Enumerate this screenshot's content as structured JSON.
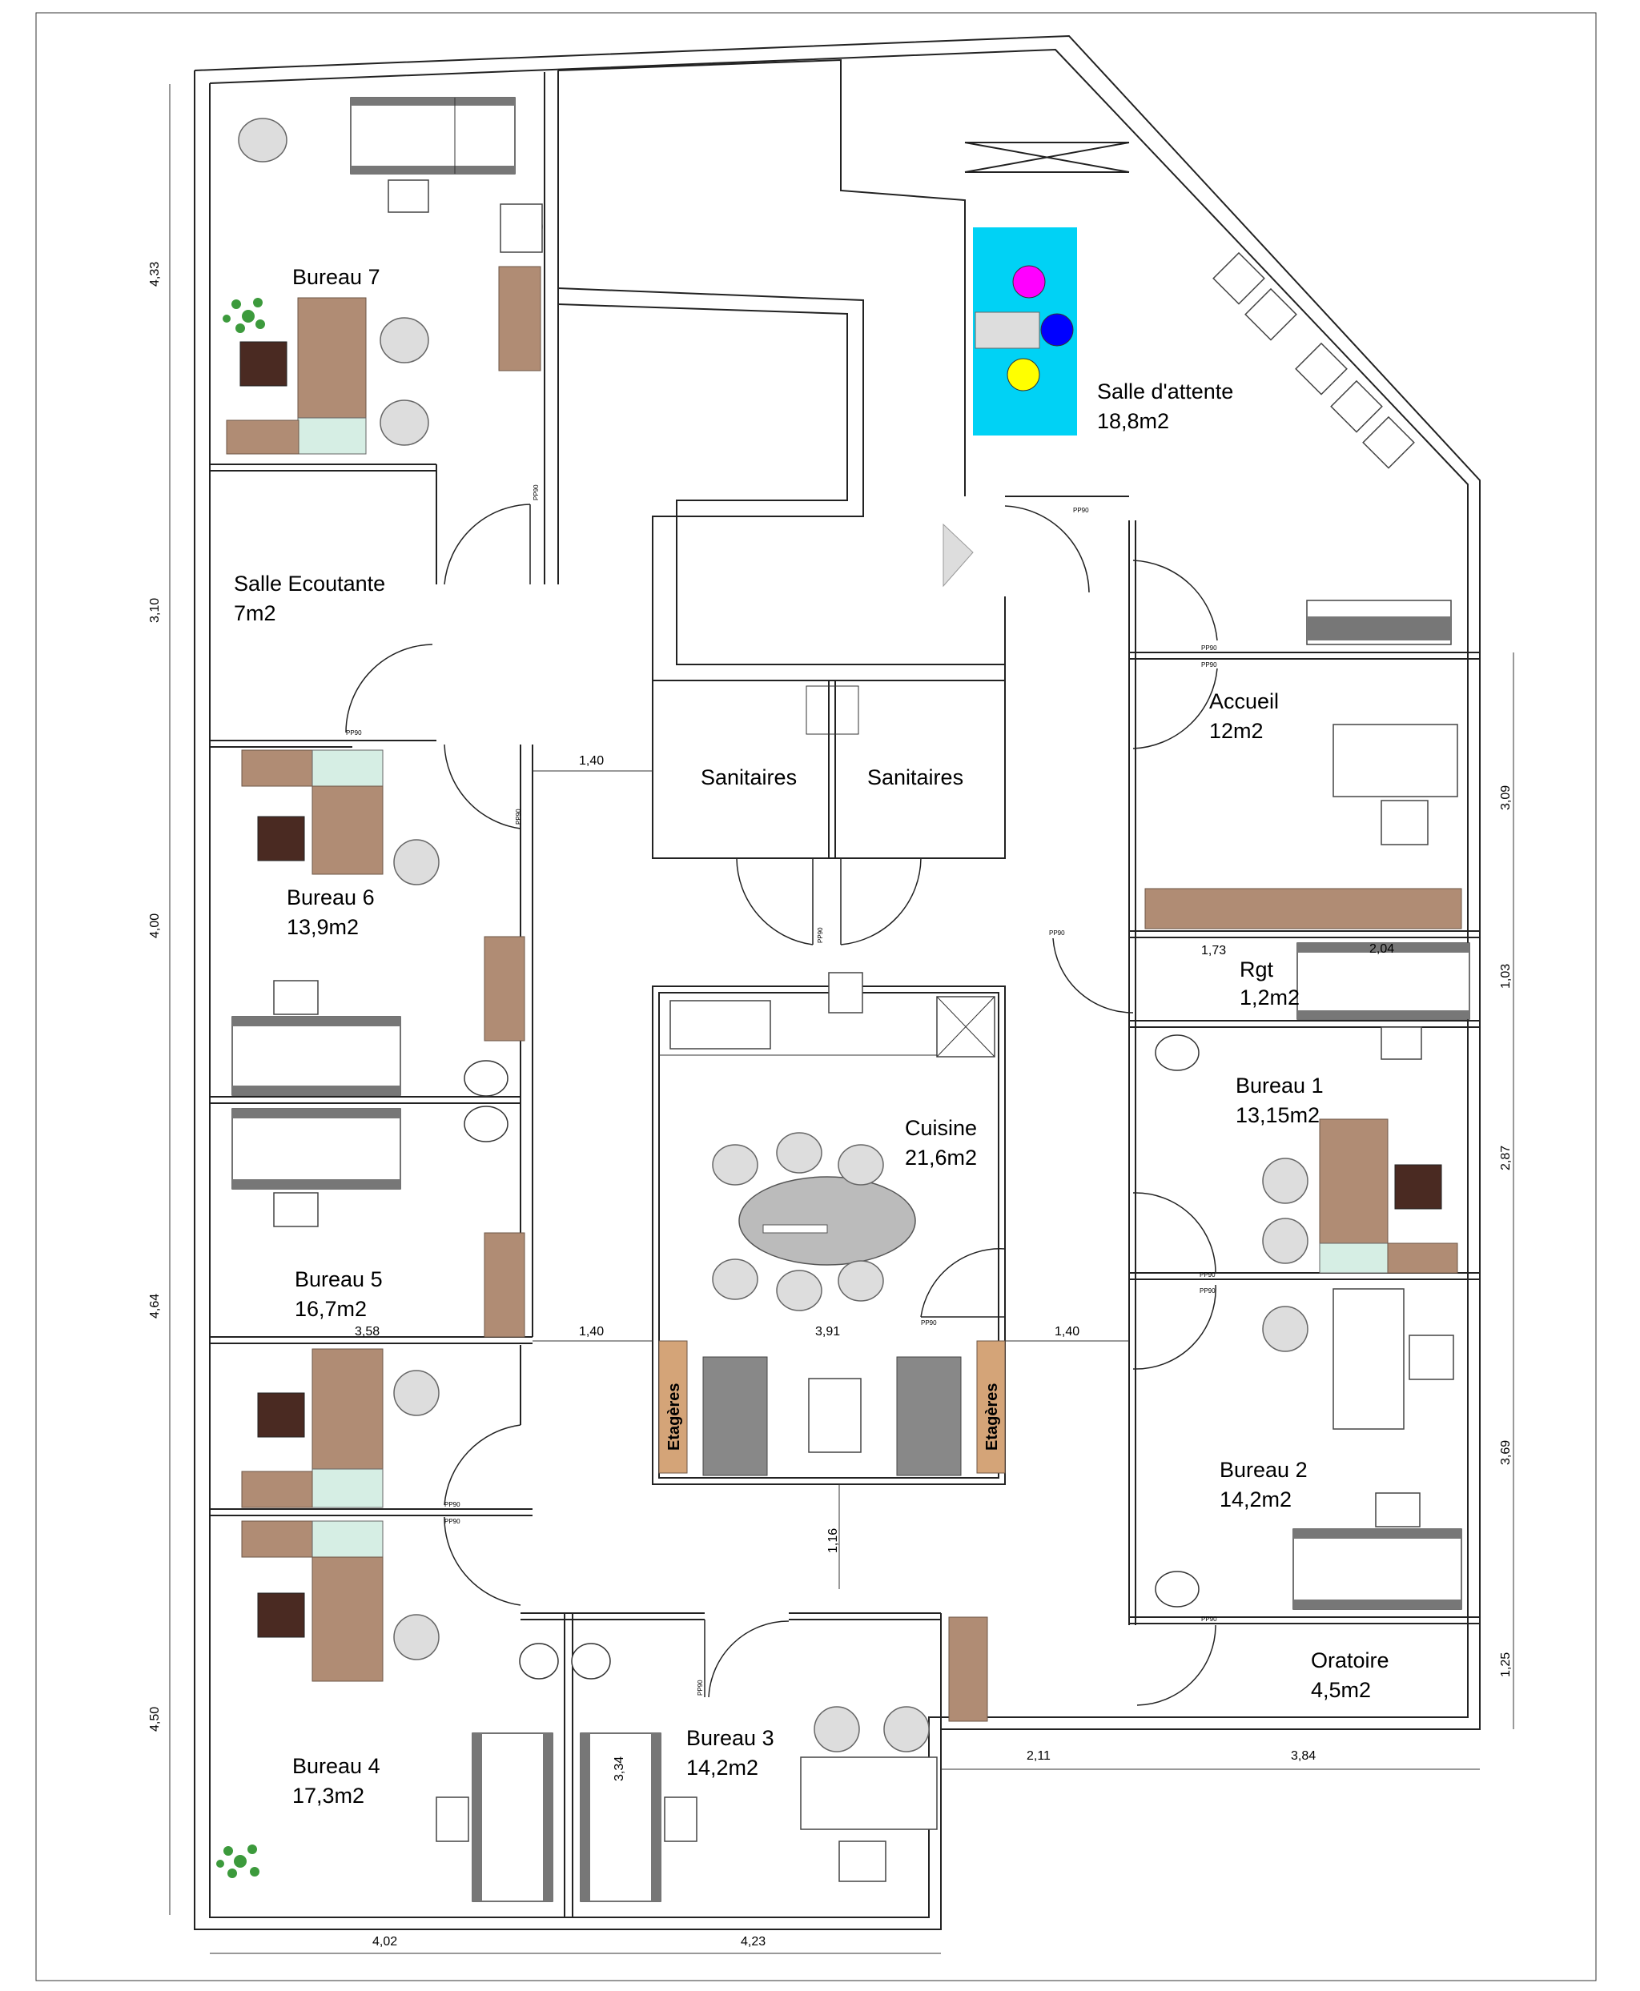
{
  "rooms": [
    {
      "name": "Bureau 7",
      "area": ""
    },
    {
      "name": "Salle d'attente",
      "area": "18,8m2"
    },
    {
      "name": "Salle Ecoutante",
      "area": "7m2"
    },
    {
      "name": "Accueil",
      "area": "12m2"
    },
    {
      "name": "Sanitaires",
      "area": ""
    },
    {
      "name": "Sanitaires",
      "area": ""
    },
    {
      "name": "Bureau 6",
      "area": "13,9m2"
    },
    {
      "name": "Rgt",
      "area": "1,2m2"
    },
    {
      "name": "Bureau 1",
      "area": "13,15m2"
    },
    {
      "name": "Cuisine",
      "area": "21,6m2"
    },
    {
      "name": "Bureau 5",
      "area": "16,7m2"
    },
    {
      "name": "Bureau 2",
      "area": "14,2m2"
    },
    {
      "name": "Oratoire",
      "area": "4,5m2"
    },
    {
      "name": "Bureau 3",
      "area": "14,2m2"
    },
    {
      "name": "Bureau 4",
      "area": "17,3m2"
    }
  ],
  "dimensions": {
    "left": [
      "4,33",
      "3,10",
      "4,00",
      "4,64",
      "4,50"
    ],
    "right": [
      "3,09",
      "1,03",
      "2,87",
      "3,69",
      "1,25"
    ],
    "bottom": [
      "4,02",
      "4,23"
    ],
    "lower_right": [
      "2,11",
      "3,84"
    ],
    "interior": [
      "1,40",
      "1,40",
      "1,40",
      "3,58",
      "3,91",
      "1,73",
      "2,04",
      "1,16",
      "3,34"
    ]
  },
  "door_label": "PP90",
  "shelf_label": "Etagères",
  "colors": {
    "desk": "#b08c74",
    "waiting_rug": "#00d2f5",
    "toy_magenta": "#ff00ff",
    "toy_blue": "#0000ff",
    "toy_yellow": "#ffff00",
    "plant": "#3c9a3c"
  }
}
